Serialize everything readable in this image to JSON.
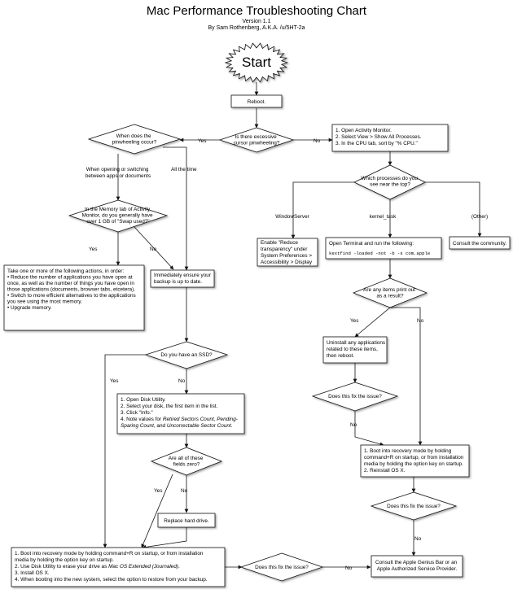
{
  "header": {
    "title": "Mac Performance Troubleshooting Chart",
    "version": "Version 1.1",
    "byline": "By Sam Rothenberg, A.K.A. /u/5HT-2a"
  },
  "nodes": {
    "start": [
      "Start"
    ],
    "reboot": [
      "Reboot."
    ],
    "cursor_q": [
      "Is there excessive",
      "cursor pinwheeling?"
    ],
    "when_q": [
      "When does the",
      "pinwheeling occur?"
    ],
    "activity": [
      "1. Open Activity Monitor.",
      "2. Select View > Show All Processes.",
      "3. In the CPU tab, sort by \"% CPU.\""
    ],
    "which_q": [
      "Which processes do you",
      "see near the top?"
    ],
    "memory_q": [
      "In the Memory tab of Activity",
      "Monitor, do you generally have",
      "over 1 GB of \"Swap used?\""
    ],
    "reduce": [
      "Enable \"Reduce",
      "transparency\" under",
      "System Preferences >",
      "Accessibility > Display"
    ],
    "terminal": [
      "Open Terminal and run the following:"
    ],
    "terminal_cmd": "kextfind -loaded -not -b -s com.apple",
    "community": [
      "Consult the community."
    ],
    "actions": [
      "Take one or more of the following actions, in order:",
      "",
      "• Reduce the number of applications you have open at",
      "once, as well as the number of things you have open in",
      "those applications (documents, browser tabs, etcetera).",
      "",
      "• Switch to more efficient alternatives to the applications",
      "you see using the most memory.",
      "",
      "• Upgrade memory."
    ],
    "backup": [
      "Immediately ensure your",
      "backup is up to date."
    ],
    "items_q": [
      "Are any items print out",
      "as a result?"
    ],
    "uninstall": [
      "Uninstall any applications",
      "related to these items,",
      "then reboot."
    ],
    "ssd_q": [
      "Do you have an SSD?"
    ],
    "fix_q1": [
      "Does this fix the issue?"
    ],
    "disk_util_lines": [
      "1. Open Disk Utility.",
      "2. Select your disk, the first item in the list.",
      "3. Click \"Info.\""
    ],
    "disk_util_note": {
      "prefix": "4. Note values for ",
      "em1": "Retired Sectors Count, Pending-",
      "em2": "Sparing Count,",
      "mid": " and ",
      "em3": "Uncorrectable Sector Count."
    },
    "recovery_right": [
      "1. Boot into recovery mode by holding",
      "command+R on startup, or from installation",
      "media by holding the option key on startup.",
      "2. Reinstall OS X."
    ],
    "zero_q": [
      "Are all of these",
      "fields zero?"
    ],
    "fix_q2": [
      "Does this fix the issue?"
    ],
    "replace": [
      "Replace hard drive."
    ],
    "recovery_left_lines": [
      "1. Boot into recovery mode by holding command+R on startup, or from installation",
      "media by holding the option key on startup."
    ],
    "recovery_left_step2": {
      "prefix": "2. Use Disk Utility to erase your drive as ",
      "em": "Mac OS Extended (Journaled)",
      "suffix": "."
    },
    "recovery_left_tail": [
      "3. Install OS X.",
      "4. When booting into the new system, select the option to restore from your backup."
    ],
    "fix_q3": [
      "Does this fix the issue?"
    ],
    "genius": [
      "Consult the Apple Genius Bar or an",
      "Apple Authorized Service Provider."
    ]
  },
  "edge_labels": {
    "yes_cursor": "Yes",
    "no_cursor": "No",
    "opening": [
      "When opening or switching",
      "between apps or documents"
    ],
    "all_time": "All the time",
    "windowserver": "WindowServer",
    "kernel_task": "kernel_task",
    "other": "(Other)",
    "yes_memory": "Yes",
    "no_memory": "No",
    "yes_items": "Yes",
    "no_items": "No",
    "yes_ssd": "Yes",
    "no_ssd": "No",
    "no_fix1": "No",
    "yes_zero": "Yes",
    "no_zero": "No",
    "no_fix2": "No",
    "no_fix3": "No"
  }
}
